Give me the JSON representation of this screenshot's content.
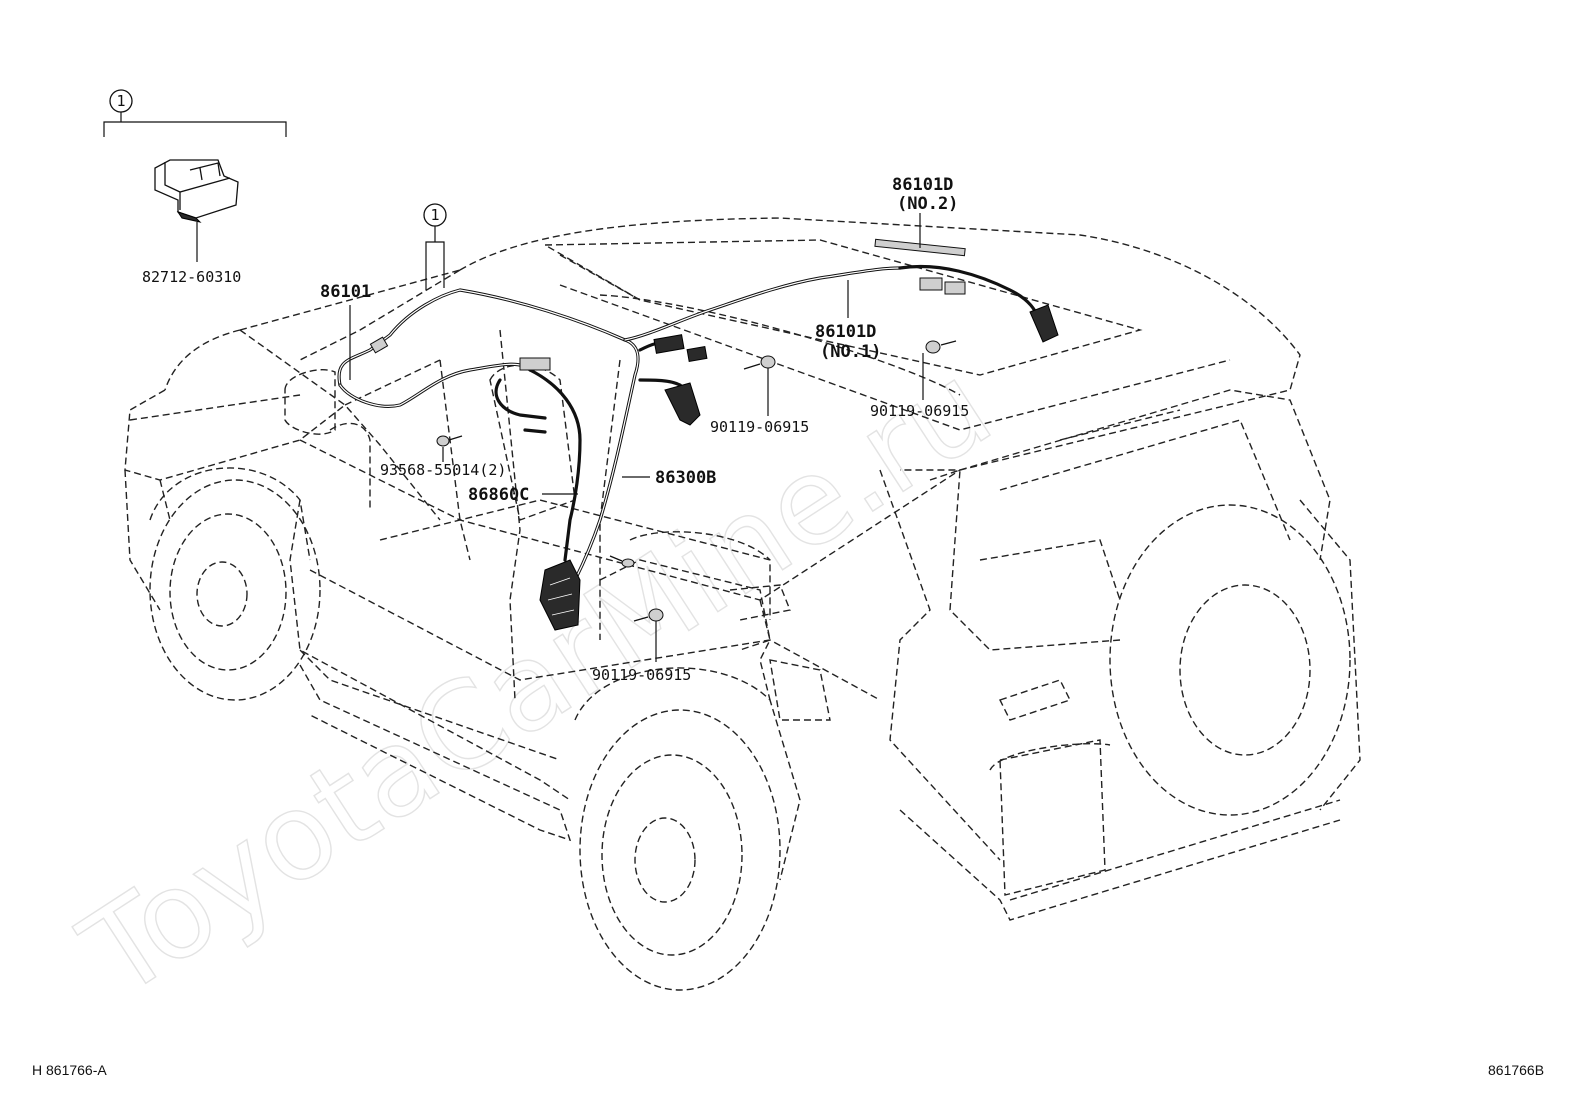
{
  "watermark": "ToyotaCarMine.ru",
  "callouts": {
    "one_top_left": "1",
    "one_center": "1"
  },
  "parts": {
    "p82712": "82712-60310",
    "p86101": "86101",
    "p86101d_no2_num": "86101D",
    "p86101d_no2_sub": "(NO.2)",
    "p86101d_no1_num": "86101D",
    "p86101d_no1_sub": "(NO.1)",
    "p90119_a": "90119-06915",
    "p90119_b": "90119-06915",
    "p90119_c": "90119-06915",
    "p93568": "93568-55014(2)",
    "p86300b": "86300B",
    "p86860c": "86860C"
  },
  "footer": {
    "left": "H  861766-A",
    "right": "861766B"
  },
  "icons": [
    "circled-number-icon",
    "bracket-clip-icon",
    "bolt-icon",
    "connector-icon",
    "amplifier-icon",
    "antenna-icon"
  ]
}
